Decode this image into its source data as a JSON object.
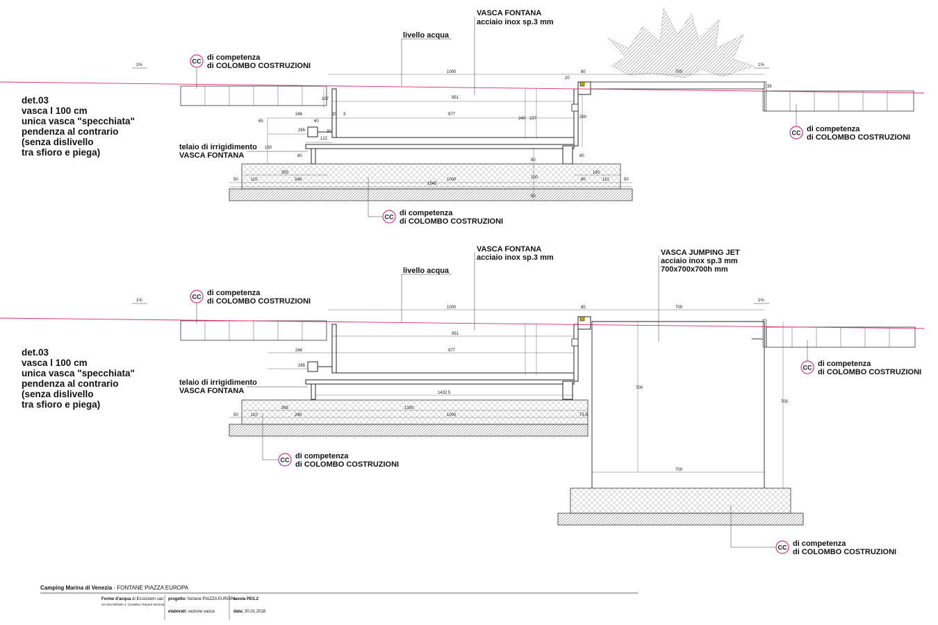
{
  "colors": {
    "water_line": "#e0286e",
    "cc_ring": "#d62f8e",
    "ink": "#111111",
    "hatch": "#9a9a9a"
  },
  "slope_marker": "1%",
  "section_top": {
    "det_lines": [
      "det.03",
      "vasca l 100 cm",
      "unica vasca \"specchiata\"",
      "pendenza al contrario",
      "(senza dislivello",
      "tra sfioro e piega)"
    ],
    "vasca_fontana_title": "VASCA FONTANA",
    "vasca_fontana_sub": "acciaio inox sp.3 mm",
    "livello_acqua": "livello acqua",
    "telaio_line1": "telaio di irrigidimento",
    "telaio_line2": "VASCA FONTANA",
    "cc_badge": "CC",
    "cc_line1": "di competenza",
    "cc_line2": "di COLOMBO COSTRUZIONI",
    "dims": {
      "d1000_top": "1000",
      "d80_top": "80",
      "d700_top": "700",
      "d20": "20",
      "d35": "35",
      "d951": "951",
      "d977": "977",
      "d107": "107",
      "d248": "248",
      "d20b": "20",
      "d3": "3",
      "d65": "65",
      "d60": "60",
      "d265": "265",
      "d30": "30",
      "d122": "122",
      "d150": "150",
      "d80_left": "80",
      "d240": "240",
      "d237": "237",
      "d260": "260",
      "d80_right": "80",
      "d80_mid": "80",
      "d355": "355",
      "d180": "180",
      "d50_left": "50",
      "d110_left": "110",
      "d248_bottom": "248",
      "d1000_bottom": "1000",
      "d80_bottom": "80",
      "d110_right": "110",
      "d50_right": "50",
      "d1545": "1545",
      "d100": "100",
      "d50_vert": "50"
    }
  },
  "section_bottom": {
    "det_lines": [
      "det.03",
      "vasca l 100 cm",
      "unica vasca \"specchiata\"",
      "pendenza al contrario",
      "(senza dislivello",
      "tra sfioro e piega)"
    ],
    "vasca_fontana_title": "VASCA FONTANA",
    "vasca_fontana_sub": "acciaio inox sp.3 mm",
    "livello_acqua": "livello acqua",
    "jumping_title": "VASCA JUMPING JET",
    "jumping_sub1": "acciaio inox sp.3 mm",
    "jumping_sub2": "700x700x700h mm",
    "telaio_line1": "telaio di irrigidimento",
    "telaio_line2": "VASCA FONTANA",
    "cc_badge": "CC",
    "cc_line1": "di competenza",
    "cc_line2": "di COLOMBO COSTRUZIONI",
    "dims": {
      "d1000_top": "1000",
      "d80_top": "80",
      "d700_top": "700",
      "d951": "951",
      "d977": "977",
      "d248": "248",
      "d265": "265",
      "d1432": "1432.5",
      "d365": "365",
      "d1350": "1350",
      "d1000_bottom": "1000",
      "d110": "110",
      "d50": "50",
      "d248_bottom": "248",
      "d73": "73.5",
      "d700_vert_left": "700",
      "d700_vert_right": "700",
      "d700_bottom": "700"
    }
  },
  "title_block": {
    "project_title_bold": "Camping Marina di Venezia",
    "project_title_rest": " - FONTANE PIAZZA EUROPA",
    "company_bold": "Forme d'acqua",
    "company_rest": " di Ecosistem sas",
    "address": "via San Michele 4, Cavallino Treporti Venezia",
    "progetto_label": "progetto:",
    "progetto_value": " fontane PIAZZA EUROPA",
    "elaborati_label": "elaborati:",
    "elaborati_value": " sezione vasca",
    "tavola_label": "tavola PES.2",
    "data_label": "data:",
    "data_value": " 30.01.2018"
  }
}
